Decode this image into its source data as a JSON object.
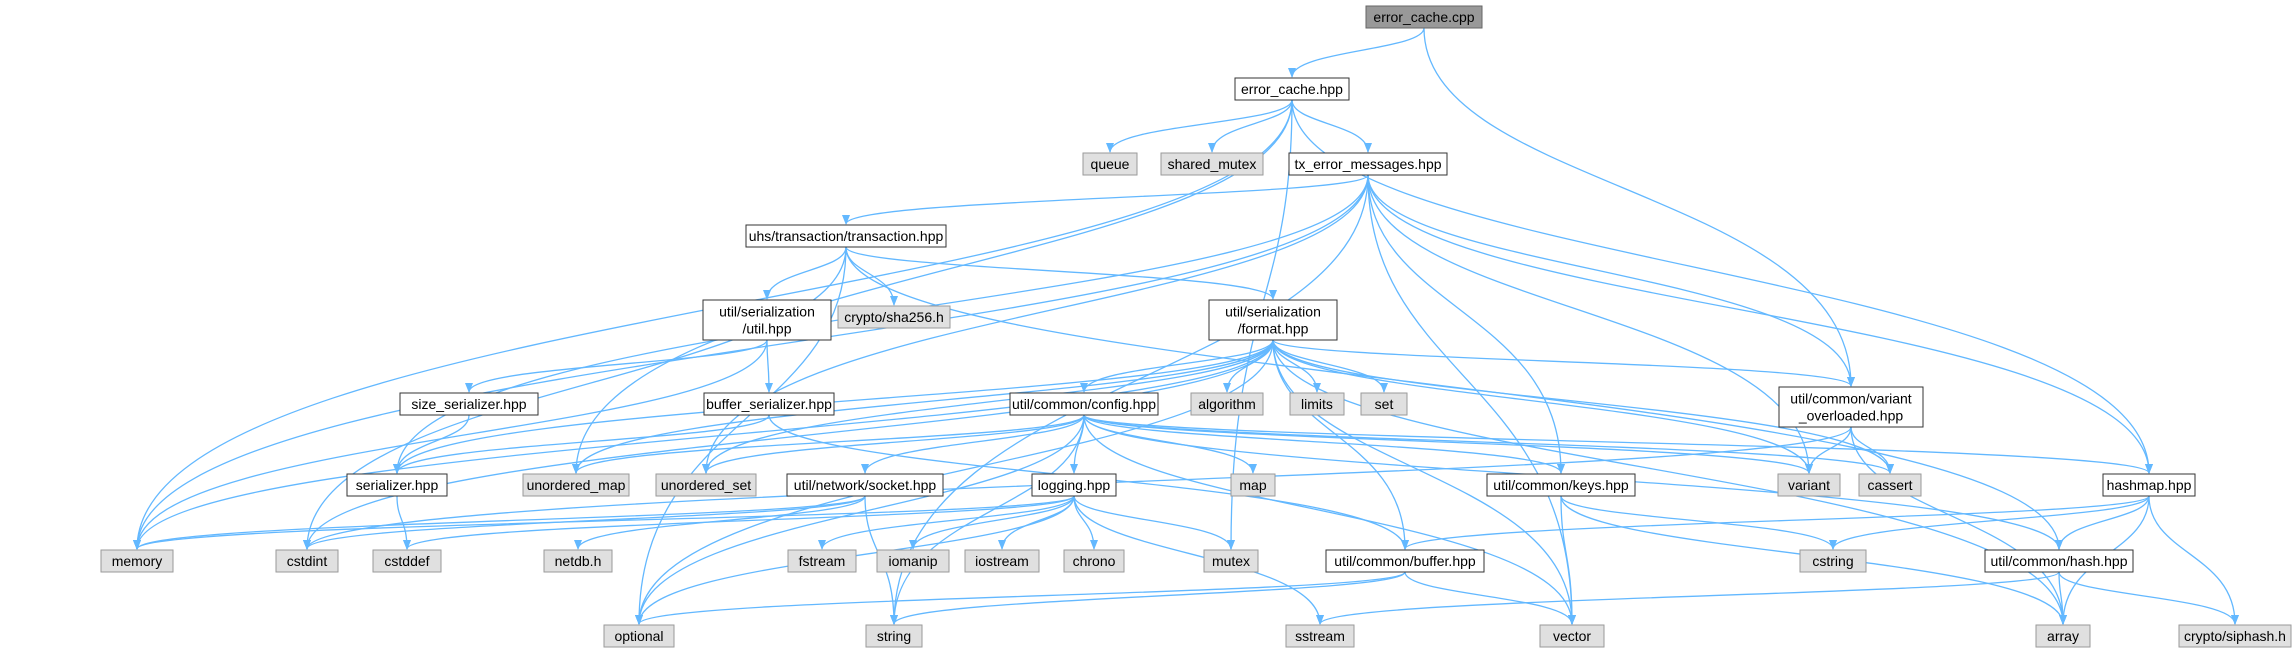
{
  "colors": {
    "edge": "#63b8ff",
    "root_fill": "#999999",
    "root_border": "#666666",
    "local_fill": "#ffffff",
    "local_border": "#333333",
    "system_fill": "#e0e0e0",
    "system_border": "#999999"
  },
  "nodes": {
    "error_cache_cpp": {
      "lines": [
        "error_cache.cpp"
      ],
      "kind": "root"
    },
    "error_cache_hpp": {
      "lines": [
        "error_cache.hpp"
      ],
      "kind": "local"
    },
    "queue": {
      "lines": [
        "queue"
      ],
      "kind": "system"
    },
    "shared_mutex": {
      "lines": [
        "shared_mutex"
      ],
      "kind": "system"
    },
    "tx_error_messages": {
      "lines": [
        "tx_error_messages.hpp"
      ],
      "kind": "local"
    },
    "transaction": {
      "lines": [
        "uhs/transaction/transaction.hpp"
      ],
      "kind": "local"
    },
    "ser_util": {
      "lines": [
        "util/serialization",
        "/util.hpp"
      ],
      "kind": "local"
    },
    "sha256": {
      "lines": [
        "crypto/sha256.h"
      ],
      "kind": "system"
    },
    "ser_format": {
      "lines": [
        "util/serialization",
        "/format.hpp"
      ],
      "kind": "local"
    },
    "size_serializer": {
      "lines": [
        "size_serializer.hpp"
      ],
      "kind": "local"
    },
    "buffer_serializer": {
      "lines": [
        "buffer_serializer.hpp"
      ],
      "kind": "local"
    },
    "serializer": {
      "lines": [
        "serializer.hpp"
      ],
      "kind": "local"
    },
    "algorithm": {
      "lines": [
        "algorithm"
      ],
      "kind": "system"
    },
    "limits": {
      "lines": [
        "limits"
      ],
      "kind": "system"
    },
    "set": {
      "lines": [
        "set"
      ],
      "kind": "system"
    },
    "config": {
      "lines": [
        "util/common/config.hpp"
      ],
      "kind": "local"
    },
    "variant_overloaded": {
      "lines": [
        "util/common/variant",
        "_overloaded.hpp"
      ],
      "kind": "local"
    },
    "unordered_map": {
      "lines": [
        "unordered_map"
      ],
      "kind": "system"
    },
    "unordered_set": {
      "lines": [
        "unordered_set"
      ],
      "kind": "system"
    },
    "socket": {
      "lines": [
        "util/network/socket.hpp"
      ],
      "kind": "local"
    },
    "logging": {
      "lines": [
        "logging.hpp"
      ],
      "kind": "local"
    },
    "map": {
      "lines": [
        "map"
      ],
      "kind": "system"
    },
    "keys": {
      "lines": [
        "util/common/keys.hpp"
      ],
      "kind": "local"
    },
    "variant": {
      "lines": [
        "variant"
      ],
      "kind": "system"
    },
    "cassert": {
      "lines": [
        "cassert"
      ],
      "kind": "system"
    },
    "hashmap": {
      "lines": [
        "hashmap.hpp"
      ],
      "kind": "local"
    },
    "memory": {
      "lines": [
        "memory"
      ],
      "kind": "system"
    },
    "cstdint": {
      "lines": [
        "cstdint"
      ],
      "kind": "system"
    },
    "cstddef": {
      "lines": [
        "cstddef"
      ],
      "kind": "system"
    },
    "netdb": {
      "lines": [
        "netdb.h"
      ],
      "kind": "system"
    },
    "fstream": {
      "lines": [
        "fstream"
      ],
      "kind": "system"
    },
    "iomanip": {
      "lines": [
        "iomanip"
      ],
      "kind": "system"
    },
    "iostream": {
      "lines": [
        "iostream"
      ],
      "kind": "system"
    },
    "chrono": {
      "lines": [
        "chrono"
      ],
      "kind": "system"
    },
    "mutex": {
      "lines": [
        "mutex"
      ],
      "kind": "system"
    },
    "buffer": {
      "lines": [
        "util/common/buffer.hpp"
      ],
      "kind": "local"
    },
    "cstring": {
      "lines": [
        "cstring"
      ],
      "kind": "system"
    },
    "hash": {
      "lines": [
        "util/common/hash.hpp"
      ],
      "kind": "local"
    },
    "optional": {
      "lines": [
        "optional"
      ],
      "kind": "system"
    },
    "string": {
      "lines": [
        "string"
      ],
      "kind": "system"
    },
    "sstream": {
      "lines": [
        "sstream"
      ],
      "kind": "system"
    },
    "vector": {
      "lines": [
        "vector"
      ],
      "kind": "system"
    },
    "array": {
      "lines": [
        "array"
      ],
      "kind": "system"
    },
    "siphash": {
      "lines": [
        "crypto/siphash.h"
      ],
      "kind": "system"
    }
  },
  "edges": [
    [
      "error_cache_cpp",
      "error_cache_hpp"
    ],
    [
      "error_cache_cpp",
      "variant_overloaded"
    ],
    [
      "error_cache_hpp",
      "memory"
    ],
    [
      "error_cache_hpp",
      "unordered_map"
    ],
    [
      "error_cache_hpp",
      "queue"
    ],
    [
      "error_cache_hpp",
      "shared_mutex"
    ],
    [
      "error_cache_hpp",
      "tx_error_messages"
    ],
    [
      "error_cache_hpp",
      "hashmap"
    ],
    [
      "error_cache_hpp",
      "mutex"
    ],
    [
      "tx_error_messages",
      "transaction"
    ],
    [
      "tx_error_messages",
      "memory"
    ],
    [
      "tx_error_messages",
      "serializer"
    ],
    [
      "tx_error_messages",
      "unordered_set"
    ],
    [
      "tx_error_messages",
      "string"
    ],
    [
      "tx_error_messages",
      "variant"
    ],
    [
      "tx_error_messages",
      "variant_overloaded"
    ],
    [
      "tx_error_messages",
      "hashmap"
    ],
    [
      "tx_error_messages",
      "vector"
    ],
    [
      "tx_error_messages",
      "keys"
    ],
    [
      "transaction",
      "ser_util"
    ],
    [
      "transaction",
      "sha256"
    ],
    [
      "transaction",
      "ser_format"
    ],
    [
      "transaction",
      "optional"
    ],
    [
      "transaction",
      "cstdint"
    ],
    [
      "transaction",
      "hash"
    ],
    [
      "ser_util",
      "memory"
    ],
    [
      "ser_util",
      "size_serializer"
    ],
    [
      "ser_util",
      "buffer_serializer"
    ],
    [
      "size_serializer",
      "serializer"
    ],
    [
      "buffer_serializer",
      "serializer"
    ],
    [
      "buffer_serializer",
      "buffer"
    ],
    [
      "serializer",
      "cstddef"
    ],
    [
      "ser_format",
      "algorithm"
    ],
    [
      "ser_format",
      "limits"
    ],
    [
      "ser_format",
      "set"
    ],
    [
      "ser_format",
      "config"
    ],
    [
      "ser_format",
      "variant_overloaded"
    ],
    [
      "ser_format",
      "serializer"
    ],
    [
      "ser_format",
      "unordered_map"
    ],
    [
      "ser_format",
      "unordered_set"
    ],
    [
      "ser_format",
      "memory"
    ],
    [
      "ser_format",
      "cstdint"
    ],
    [
      "ser_format",
      "optional"
    ],
    [
      "ser_format",
      "variant"
    ],
    [
      "ser_format",
      "cassert"
    ],
    [
      "ser_format",
      "vector"
    ],
    [
      "ser_format",
      "array"
    ],
    [
      "ser_format",
      "buffer"
    ],
    [
      "config",
      "logging"
    ],
    [
      "config",
      "socket"
    ],
    [
      "config",
      "map"
    ],
    [
      "config",
      "keys"
    ],
    [
      "config",
      "unordered_map"
    ],
    [
      "config",
      "unordered_set"
    ],
    [
      "config",
      "variant"
    ],
    [
      "config",
      "cassert"
    ],
    [
      "config",
      "hashmap"
    ],
    [
      "config",
      "optional"
    ],
    [
      "config",
      "string"
    ],
    [
      "config",
      "vector"
    ],
    [
      "config",
      "hash"
    ],
    [
      "variant_overloaded",
      "variant"
    ],
    [
      "variant_overloaded",
      "cassert"
    ],
    [
      "variant_overloaded",
      "array"
    ],
    [
      "variant_overloaded",
      "cstdint"
    ],
    [
      "socket",
      "memory"
    ],
    [
      "socket",
      "netdb"
    ],
    [
      "socket",
      "string"
    ],
    [
      "socket",
      "cstdint"
    ],
    [
      "logging",
      "memory"
    ],
    [
      "logging",
      "cstddef"
    ],
    [
      "logging",
      "fstream"
    ],
    [
      "logging",
      "iomanip"
    ],
    [
      "logging",
      "iostream"
    ],
    [
      "logging",
      "chrono"
    ],
    [
      "logging",
      "mutex"
    ],
    [
      "logging",
      "sstream"
    ],
    [
      "logging",
      "optional"
    ],
    [
      "keys",
      "cstring"
    ],
    [
      "keys",
      "vector"
    ],
    [
      "keys",
      "array"
    ],
    [
      "hashmap",
      "hash"
    ],
    [
      "hashmap",
      "cstring"
    ],
    [
      "hashmap",
      "array"
    ],
    [
      "hashmap",
      "siphash"
    ],
    [
      "hashmap",
      "buffer"
    ],
    [
      "buffer",
      "optional"
    ],
    [
      "buffer",
      "string"
    ],
    [
      "buffer",
      "vector"
    ],
    [
      "hash",
      "array"
    ],
    [
      "hash",
      "siphash"
    ],
    [
      "hash",
      "sstream"
    ]
  ]
}
